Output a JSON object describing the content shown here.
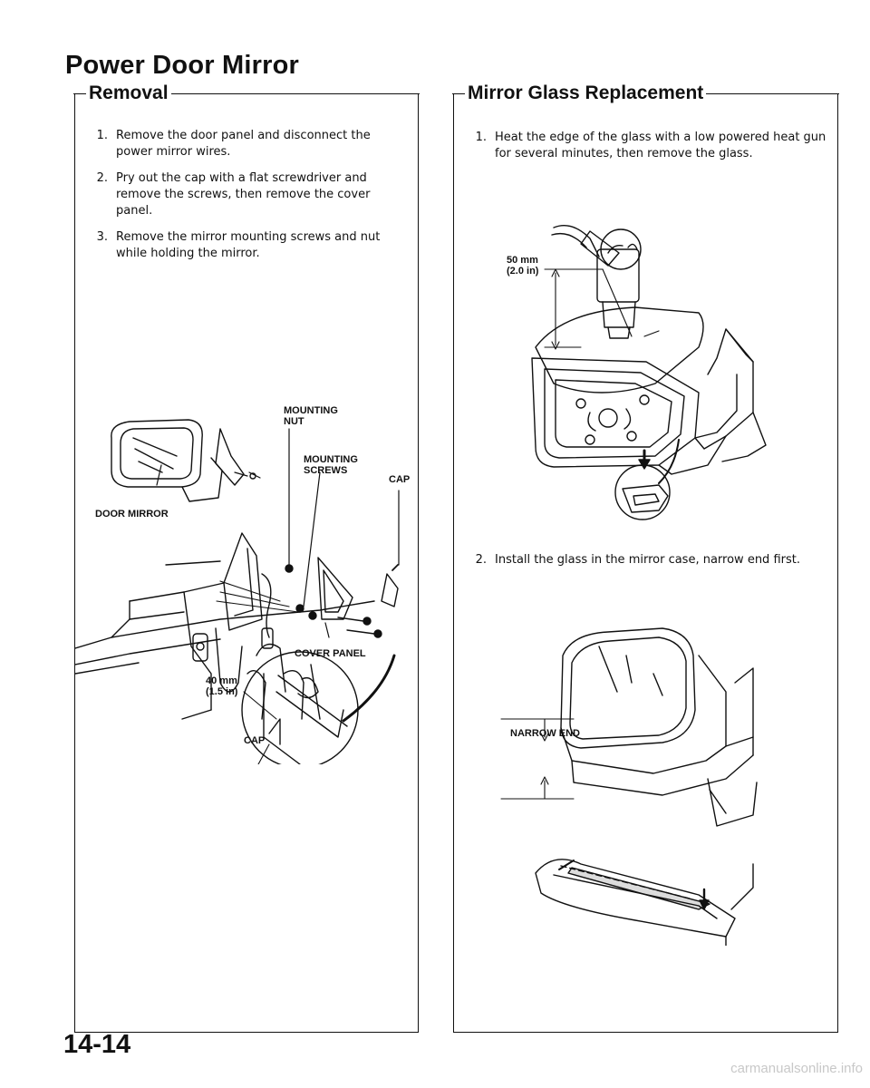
{
  "title": "Power Door Mirror",
  "removal": {
    "heading": "Removal",
    "steps": [
      {
        "num": "1.",
        "text": "Remove the door panel and disconnect the power mirror wires."
      },
      {
        "num": "2.",
        "text": "Pry out the cap with a flat screwdriver and remove the screws, then remove the cover panel."
      },
      {
        "num": "3.",
        "text": "Remove the mirror mounting screws and nut while holding the mirror."
      }
    ],
    "callouts": {
      "mounting_nut": "MOUNTING\nNUT",
      "mounting_screws": "MOUNTING\nSCREWS",
      "cap_top": "CAP",
      "door_mirror": "DOOR MIRROR",
      "cover_panel": "COVER PANEL",
      "dimension": "40 mm\n(1.5 in)",
      "cap_bottom": "CAP"
    }
  },
  "glass": {
    "heading": "Mirror Glass Replacement",
    "steps": [
      {
        "num": "1.",
        "text": "Heat the edge of the glass with a low powered heat gun for several minutes, then remove the glass."
      },
      {
        "num": "2.",
        "text": "Install the glass in the mirror case, narrow end first."
      }
    ],
    "callouts": {
      "dimension": "50 mm\n(2.0 in)",
      "narrow_end": "NARROW END"
    }
  },
  "page_number": "14-14",
  "watermark": "carmanualsonline.info"
}
